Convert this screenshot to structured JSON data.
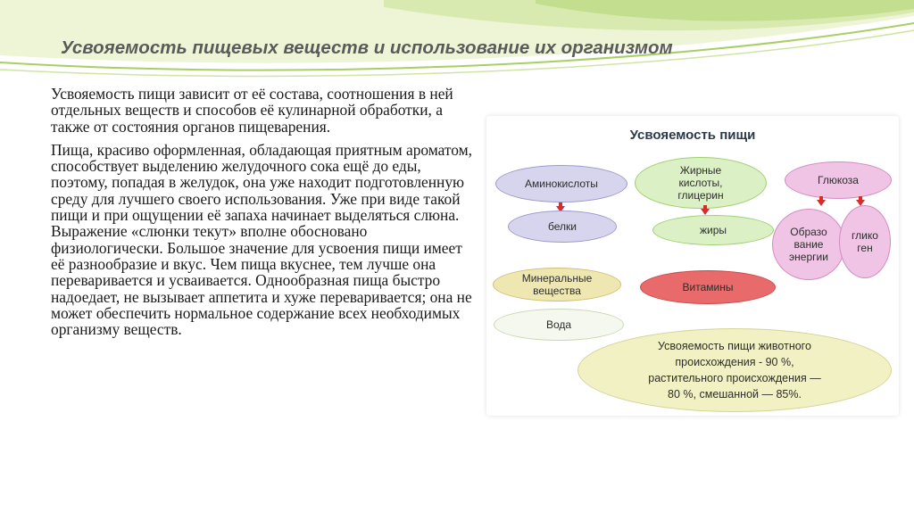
{
  "slide": {
    "title": "Усвояемость пищевых веществ и использование их организмом",
    "paragraphs": [
      "Усвояемость пищи зависит от её состава, соотношения в ней отдельных веществ и способов её кулинарной обработки, а также от состояния органов пищеварения.",
      "Пища, красиво оформленная, обладающая приятным ароматом, способствует выделению желудочного сока ещё до еды, поэтому, попадая в желудок, она уже находит подготовленную среду для лучшего своего использования. Уже при виде такой пищи и при ощущении её запаха начинает выделяться слюна. Выражение «слюнки текут» вполне обосновано физиологически. Большое значение для усвоения пищи имеет её разнообразие и вкус. Чем пища вкуснее, тем лучше она переваривается и усваивается. Однообразная пища быстро надоедает, не вызывает аппетита и хуже переваривается; она не может обеспечить нормальное содержание всех необходимых организму веществ."
    ]
  },
  "diagram": {
    "title": "Усвояемость пищи",
    "nodes": {
      "amino": "Аминокислоты",
      "belki": "белки",
      "fats_sources": "Жирные\nкислоты,\nглицерин",
      "zhiry": "жиры",
      "glucose": "Глюкоза",
      "energy": "Образо\nвание\nэнергии",
      "glycogen": "глико\nген",
      "minerals": "Минеральные\nвещества",
      "vitamins": "Витамины",
      "water": "Вода",
      "summary": "Усвояемость пищи животного\nпроисхождения - 90 %,\nрастительного происхождения —\n80 %, смешанной — 85%."
    }
  }
}
